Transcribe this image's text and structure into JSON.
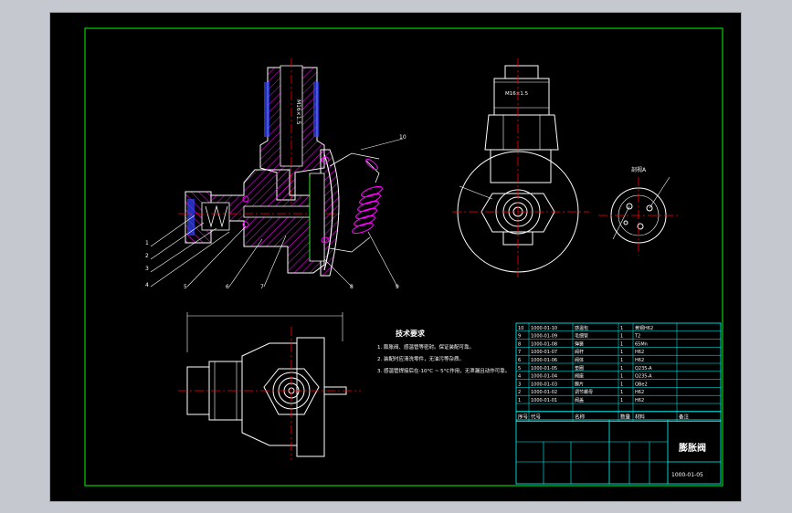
{
  "drawing": {
    "title": "膨胀阀",
    "drawing_number": "1000-01-05",
    "technical_requirements": {
      "heading": "技术要求",
      "items": [
        "1. 膨胀阀、感温管等密封。保证装配可靠。",
        "2. 装配时应清洗零件，无油污等杂质。",
        "3. 感温管焊接后在-10°C ~ 5°C作用，无泄漏且动作可靠。"
      ]
    },
    "callouts": [
      "1",
      "2",
      "3",
      "4",
      "5",
      "6",
      "7",
      "8",
      "9",
      "10"
    ],
    "section_label": "剖视A",
    "dimension_label": "M16×1.5",
    "parts_list": {
      "headers": [
        "序号",
        "代号",
        "名称",
        "数量",
        "材料",
        "备注"
      ],
      "rows": [
        [
          "10",
          "1000-01-10",
          "感温包",
          "1",
          "黄铜H62",
          ""
        ],
        [
          "9",
          "1000-01-09",
          "毛细管",
          "1",
          "T2",
          ""
        ],
        [
          "8",
          "1000-01-08",
          "弹簧",
          "1",
          "65Mn",
          ""
        ],
        [
          "7",
          "1000-01-07",
          "阀杆",
          "1",
          "H62",
          ""
        ],
        [
          "6",
          "1000-01-06",
          "阀体",
          "1",
          "H62",
          ""
        ],
        [
          "5",
          "1000-01-05",
          "垫圈",
          "1",
          "Q235-A",
          ""
        ],
        [
          "4",
          "1000-01-04",
          "阀座",
          "1",
          "Q235-A",
          ""
        ],
        [
          "3",
          "1000-01-03",
          "膜片",
          "1",
          "QBe2",
          ""
        ],
        [
          "2",
          "1000-01-02",
          "调节螺母",
          "1",
          "H62",
          ""
        ],
        [
          "1",
          "1000-01-01",
          "阀盖",
          "1",
          "H62",
          ""
        ]
      ]
    }
  },
  "colors": {
    "background": "#000000",
    "frame": "#00ff00",
    "outline": "#ffffff",
    "hatch": "#ff00ff",
    "center": "#ff0000",
    "text": "#ffffff",
    "table": "#00ffff"
  }
}
